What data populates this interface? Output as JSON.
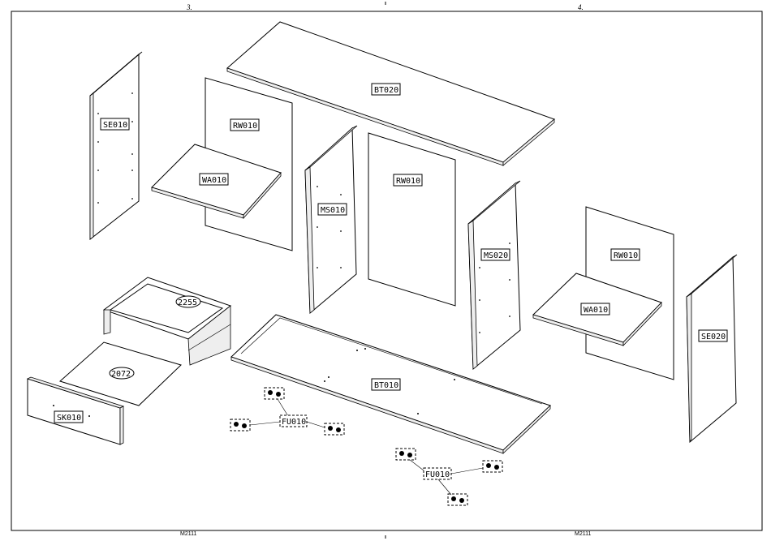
{
  "page_numbers": {
    "left": "3.",
    "right": "4."
  },
  "footer_codes": {
    "left": "M2111",
    "right": "M2111"
  },
  "parts": {
    "bt020": "BT020",
    "rw010_left": "RW010",
    "rw010_center": "RW010",
    "rw010_right": "RW010",
    "se010": "SE010",
    "se020": "SE020",
    "wa010_left": "WA010",
    "wa010_right": "WA010",
    "ms010": "MS010",
    "ms020": "MS020",
    "bt010": "BT010",
    "sk010": "SK010",
    "fu010_left": "FU010",
    "fu010_right": "FU010",
    "drawer_frame": "2255",
    "drawer_bottom": "2072"
  }
}
